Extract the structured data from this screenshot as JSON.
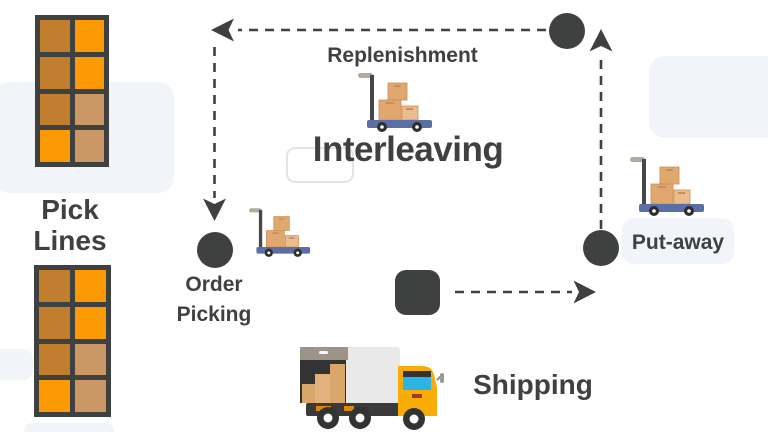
{
  "diagram": {
    "title": "Interleaving",
    "stations": {
      "pick_lines": {
        "line1": "Pick",
        "line2": "Lines"
      },
      "replenishment": "Replenishment",
      "order_picking": {
        "line1": "Order",
        "line2": "Picking"
      },
      "put_away": "Put-away",
      "shipping": "Shipping"
    },
    "flow": [
      "order-picking -> shipping",
      "shipping -> put-away",
      "put-away -> replenishment",
      "replenishment -> order-picking"
    ]
  },
  "icons": {
    "hand_truck": "hand-truck-with-boxes-icon",
    "delivery_truck": "delivery-truck-icon",
    "storage_rack": "storage-rack-icon",
    "node_circle": "process-node-circle",
    "node_square": "process-node-square"
  },
  "colors": {
    "text": "#3F4040",
    "node": "#3F4040",
    "dash_line": "#404040",
    "decor_bg": "#F1F5FA",
    "shelf": {
      "frame": "#3F4040",
      "orange": "#FB9A04",
      "brown": "#C17E2F",
      "tan": "#CB9765"
    },
    "cart_platform": "#5B6FA5",
    "cart_handle": "#474747",
    "box_tan": "#E0A86E",
    "box_tan_light": "#EBBC8E",
    "truck_body": "#E9E9E9",
    "truck_cab": "#F7AC08",
    "truck_windshield": "#2AB5E5",
    "truck_chassis": "#3A3A3A"
  },
  "shelves": {
    "pattern": [
      [
        "brown",
        "orange"
      ],
      [
        "brown",
        "orange"
      ],
      [
        "brown",
        "tan"
      ],
      [
        "orange",
        "tan"
      ]
    ]
  }
}
